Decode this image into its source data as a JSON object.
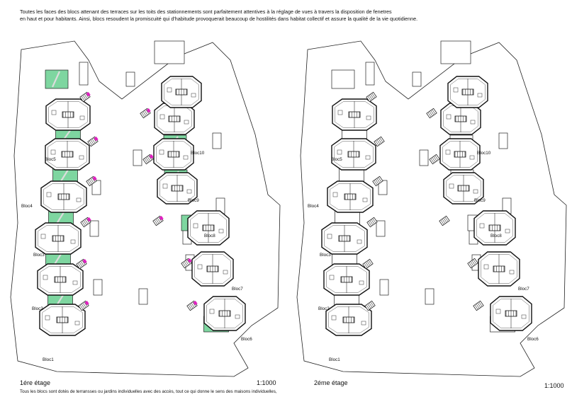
{
  "intro_text": {
    "line1": "Toutes les faces des blocs attenant des terraces sur les toits des stationnements sont parfaitement attentives à la réglage de vues à travers la disposition de fenetres",
    "line2": "en haut et pour habitants. Ainsi, blocs resoudent la promiscuité qui d'habitude provoquerait beaucoup de hostilités dans habitat collectif et assure la qualité de la vie quotidienne."
  },
  "plans": [
    {
      "floor_label": "1ére étage",
      "scale": "1:1000",
      "blocs": [
        "Bloc1",
        "Bloc2",
        "Bloc3",
        "Bloc4",
        "Bloc5",
        "Bloc6",
        "Bloc7",
        "Bloc8",
        "Bloc9",
        "Bloc10"
      ],
      "terrace_color": "#7ed6a0",
      "stair_accent_color": "#e020c0"
    },
    {
      "floor_label": "2éme étage",
      "scale": "1:1000",
      "blocs": [
        "Bloc1",
        "Bloc2",
        "Bloc3",
        "Bloc4",
        "Bloc5",
        "Bloc6",
        "Bloc7",
        "Bloc8",
        "Bloc9",
        "Bloc10"
      ]
    }
  ],
  "footer_note": "Tous les blocs sont dotés de terransses ou jardins individuelles avec des accès,  tout ce qui donne le sens des maisons individuelles,"
}
